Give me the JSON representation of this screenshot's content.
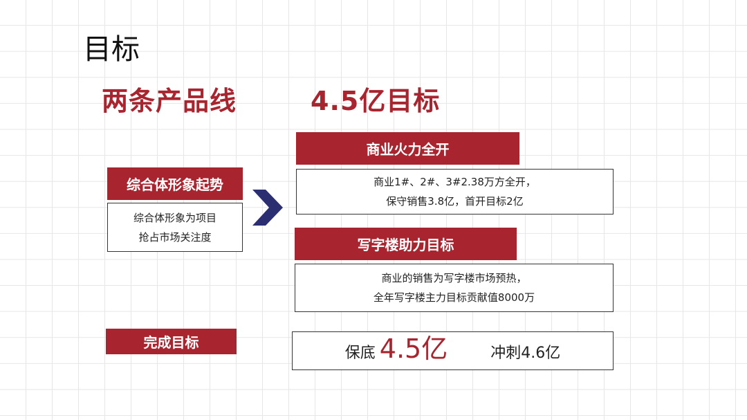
{
  "slide": {
    "title": "目标",
    "subtitle_left": "两条产品线",
    "subtitle_right": "4.5亿目标",
    "accent_color": "#A8252F",
    "chevron_color": "#2B2F72"
  },
  "left_block": {
    "header": "综合体形象起势",
    "lines": [
      "综合体形象为项目",
      "抢占市场关注度"
    ]
  },
  "right_blocks": [
    {
      "header": "商业火力全开",
      "lines": [
        "商业1#、2#、3#2.38万方全开，",
        "保守销售3.8亿，首开目标2亿"
      ]
    },
    {
      "header": "写字楼助力目标",
      "lines": [
        "商业的销售为写字楼市场预热，",
        "全年写字楼主力目标贡献值8000万"
      ]
    }
  ],
  "completion": {
    "header": "完成目标",
    "base_label": "保底",
    "base_value": "4.5亿",
    "stretch_text": "冲刺4.6亿"
  }
}
